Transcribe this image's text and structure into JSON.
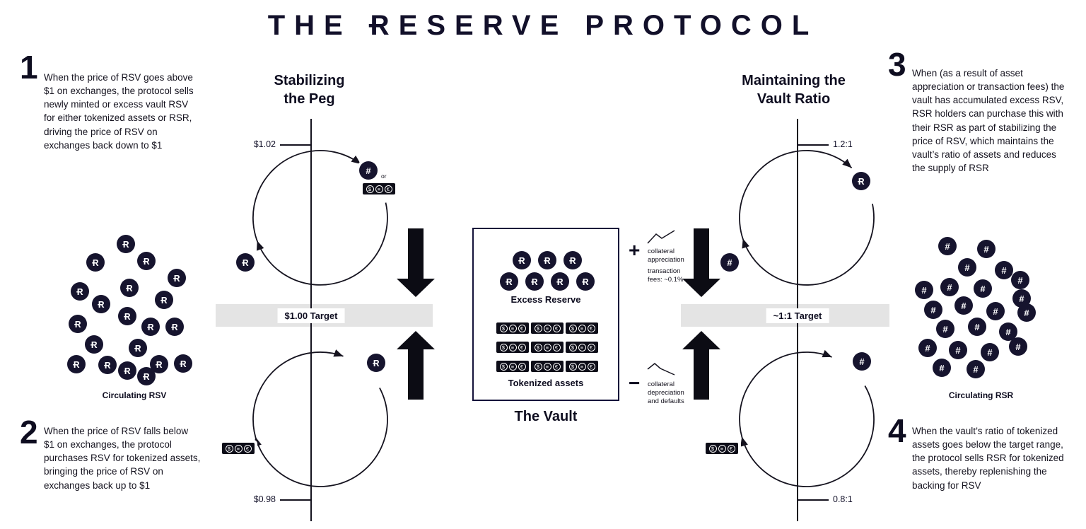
{
  "title": "THE ɌESERVE PROTOCOL",
  "symbols": {
    "rsv": "Ɍ",
    "rsr": "#",
    "or": "or",
    "badge": [
      "$",
      "≡",
      "€"
    ]
  },
  "steps": [
    {
      "number": "1",
      "text": "When the price of RSV goes above $1 on exchanges, the protocol sells newly minted or excess vault RSV for either tokenized assets or RSR, driving the price of RSV on exchanges back down to $1"
    },
    {
      "number": "2",
      "text": "When the price of RSV falls below $1 on exchanges, the protocol purchases RSV for tokenized assets, bringing the price of RSV on exchanges back up to $1"
    },
    {
      "number": "3",
      "text": "When (as a result of asset appreciation or transaction fees) the vault has accumulated excess RSV, RSR holders can purchase this with their RSR as part of stabilizing the price of RSV, which maintains the vault’s ratio of assets and reduces the supply of RSR"
    },
    {
      "number": "4",
      "text": "When the vault’s ratio of tokenized assets goes below the target range, the protocol sells RSR for tokenized assets, thereby replenishing the backing for RSV"
    }
  ],
  "left_diagram": {
    "heading_line1": "Stabilizing",
    "heading_line2": "the Peg",
    "tick_top": "$1.02",
    "tick_bottom": "$0.98",
    "target_label": "$1.00 Target"
  },
  "right_diagram": {
    "heading_line1": "Maintaining the",
    "heading_line2": "Vault Ratio",
    "tick_top": "1.2:1",
    "tick_bottom": "0.8:1",
    "target_label": "~1:1 Target"
  },
  "vault": {
    "excess_label": "Excess Reserve",
    "tokenized_label": "Tokenized assets",
    "title": "The Vault",
    "excess_coin_rows": [
      3,
      4
    ],
    "asset_rows": 3,
    "asset_cols": 3
  },
  "annotations": {
    "plus_sign": "+",
    "plus_label": "collateral appreciation",
    "fees_label": "transaction fees: ~0.1%",
    "minus_sign": "−",
    "minus_label": "collateral depreciation and defaults"
  },
  "clusters": {
    "rsv_label": "Circulating RSV",
    "rsr_label": "Circulating RSR"
  }
}
